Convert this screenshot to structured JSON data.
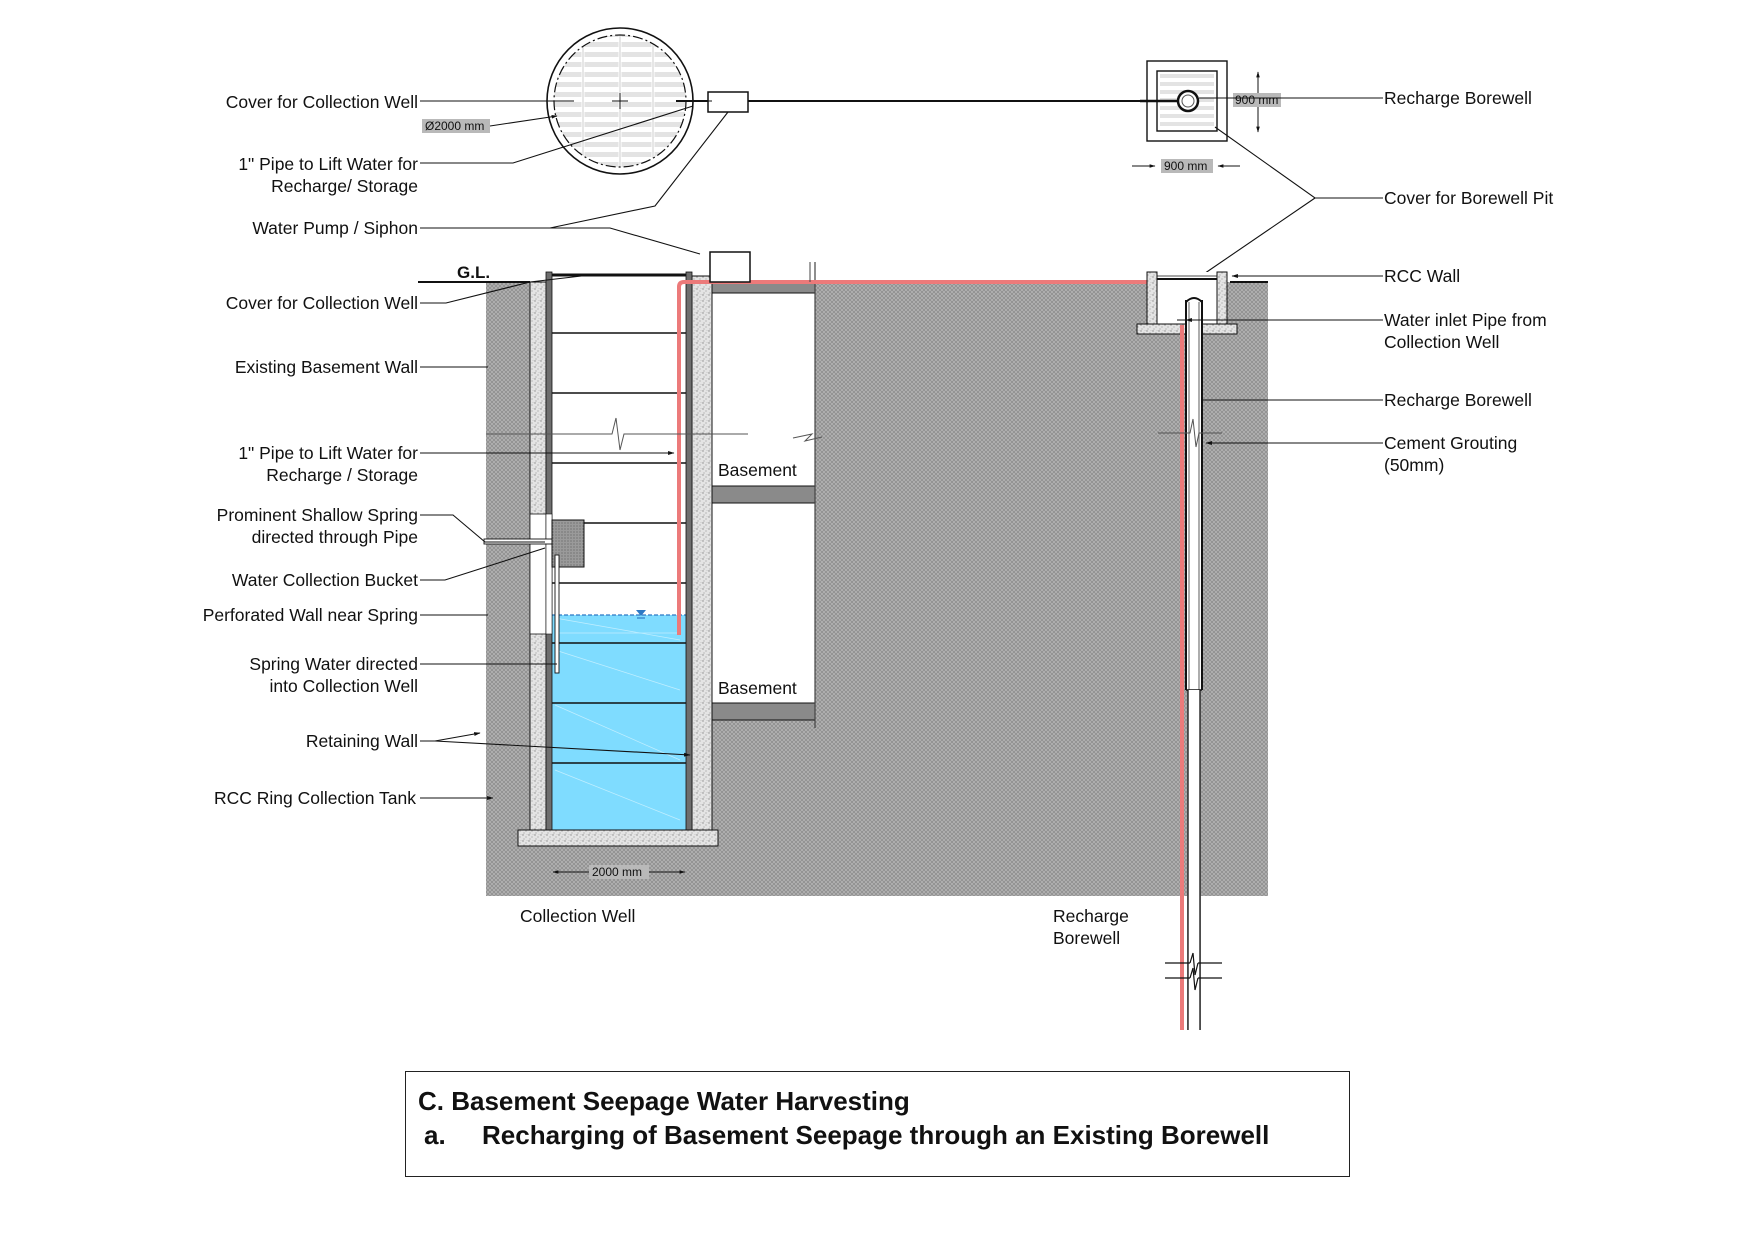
{
  "colors": {
    "soil": "#8c8c8c",
    "concrete": "#e6e6e6",
    "ring_wall": "#6e6e6e",
    "water": "#7fdcff",
    "water_line": "#2d79c4",
    "pipe_red": "#ec7a7a",
    "slab": "#8a8a8a",
    "line": "#111111",
    "dim_bg": "#b9b9b9"
  },
  "plan_view": {
    "collection_well_cover_label": "Cover for Collection Well",
    "collection_well_diameter": "Ø2000 mm",
    "pipe_label_line1": "1\" Pipe to Lift Water for",
    "pipe_label_line2": "Recharge/ Storage",
    "pump_label": "Water Pump / Siphon",
    "borewell_label": "Recharge Borewell",
    "borewell_pit_width": "900 mm",
    "borewell_pit_length": "900 mm",
    "borewell_pit_cover_label": "Cover for Borewell Pit"
  },
  "section_view": {
    "ground_level": "G.L.",
    "left_labels": {
      "cover": "Cover for Collection Well",
      "basement_wall": "Existing Basement Wall",
      "pipe_line1": "1\" Pipe to Lift Water for",
      "pipe_line2": "Recharge / Storage",
      "spring_line1": "Prominent Shallow Spring",
      "spring_line2": "directed through Pipe",
      "bucket": "Water Collection Bucket",
      "perforated": "Perforated Wall near Spring",
      "spring_water_line1": "Spring Water directed",
      "spring_water_line2": "into Collection Well",
      "retaining": "Retaining Wall",
      "rcc_ring": "RCC Ring Collection Tank"
    },
    "basement_labels": [
      "Basement",
      "Basement"
    ],
    "right_labels": {
      "rcc_wall": "RCC Wall",
      "inlet_line1": "Water inlet Pipe from",
      "inlet_line2": "Collection Well",
      "borewell": "Recharge Borewell",
      "grouting_line1": "Cement Grouting",
      "grouting_line2": "(50mm)"
    },
    "well_width": "2000 mm",
    "caption_collection_well": "Collection Well",
    "caption_borewell_line1": "Recharge",
    "caption_borewell_line2": "Borewell"
  },
  "title": {
    "line1": "C. Basement Seepage Water Harvesting",
    "line2_index": "a.",
    "line2_text": "Recharging of Basement Seepage through an Existing Borewell"
  }
}
